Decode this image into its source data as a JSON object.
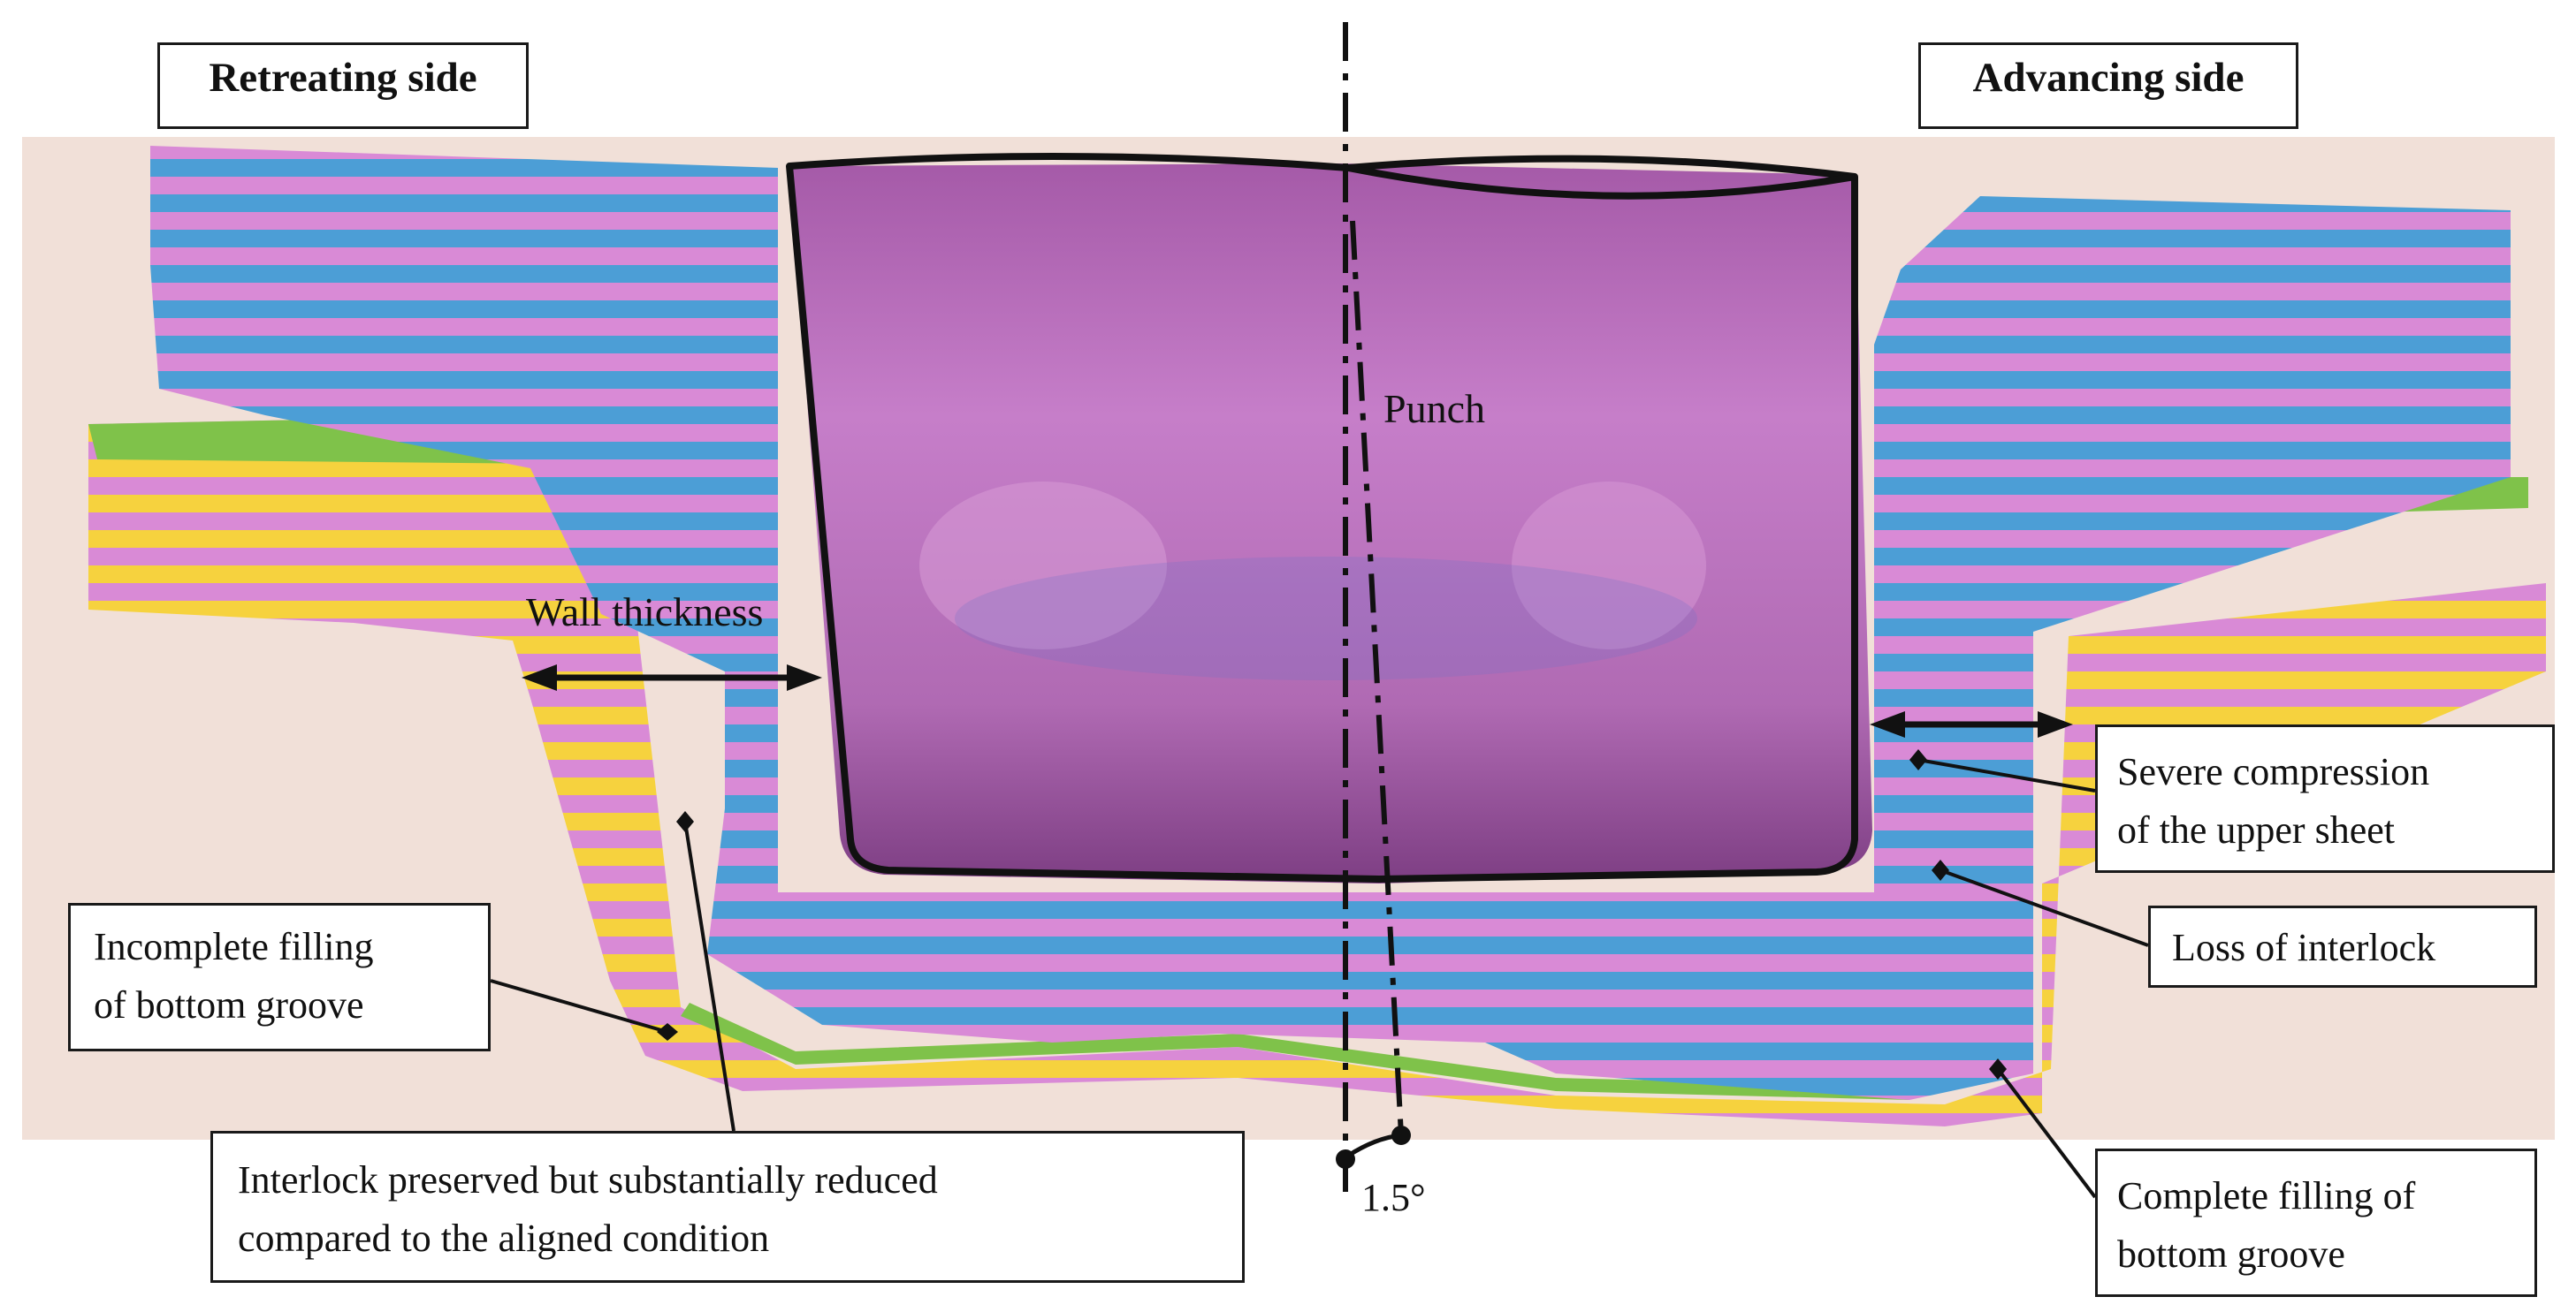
{
  "labels": {
    "retreating_side": "Retreating side",
    "advancing_side": "Advancing side",
    "punch": "Punch",
    "wall_thickness": "Wall thickness",
    "angle": "1.5°",
    "incomplete_filling": "Incomplete filling\nof bottom groove",
    "interlock_preserved": "Interlock preserved but substantially reduced\ncompared to the aligned condition",
    "severe_compression": "Severe compression\nof the upper sheet",
    "loss_of_interlock": "Loss of interlock",
    "complete_filling": "Complete filling of\nbottom groove"
  },
  "colors": {
    "background": "#f1e0d8",
    "punch": "#b367b8",
    "layer_pink": "#d98ad6",
    "layer_blue": "#4c9ed6",
    "layer_green": "#7fc24a",
    "layer_yellow": "#f6d23e",
    "outline": "#111111"
  },
  "icons": [
    "double-arrow-icon",
    "centerline-icon",
    "angle-icon",
    "leader-line-icon"
  ]
}
